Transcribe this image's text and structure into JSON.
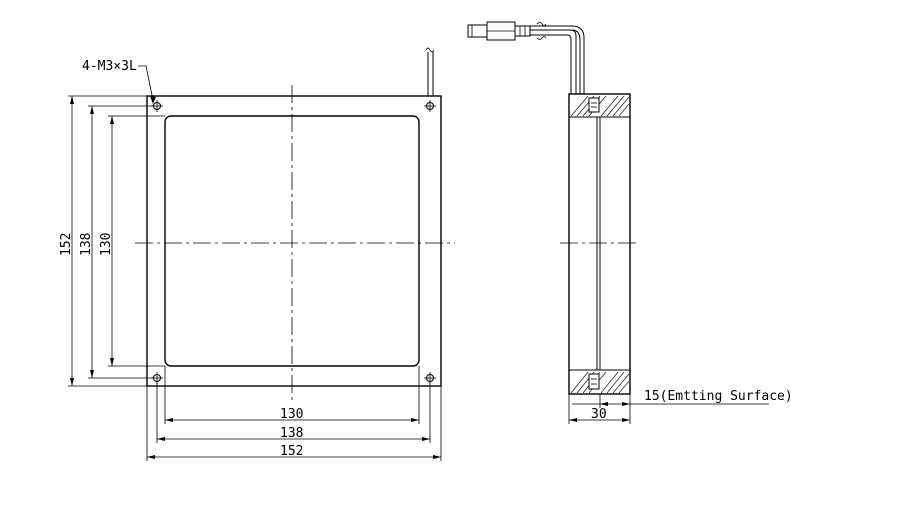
{
  "front_view": {
    "hole_callout": "4-M3×3L",
    "dims_bottom": [
      "130",
      "138",
      "152"
    ],
    "dims_left": [
      "152",
      "138",
      "130"
    ]
  },
  "side_view": {
    "width_dim": "30",
    "emitting_note": "15(Emtting Surface)"
  }
}
